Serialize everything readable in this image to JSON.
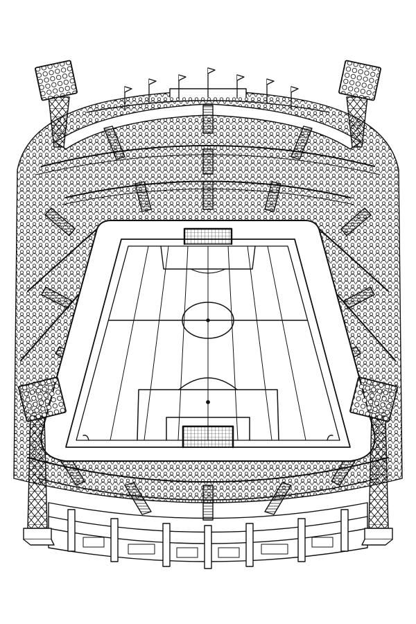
{
  "scene": {
    "subject": "soccer-stadium",
    "style": "black line art coloring page",
    "ink_color": "#111111",
    "paper_color": "#ffffff",
    "flag_count": 7,
    "floodlight_count": 4,
    "goal_count": 2
  }
}
